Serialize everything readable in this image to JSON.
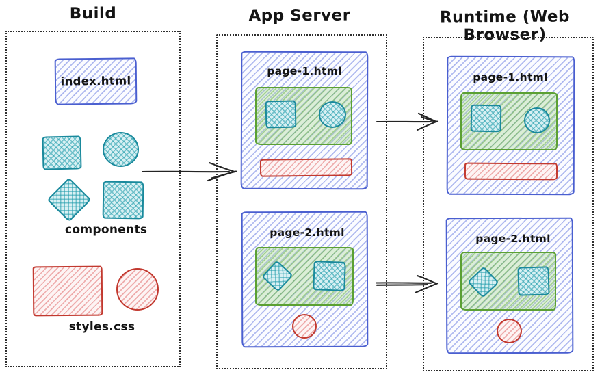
{
  "sections": [
    {
      "id": "build",
      "title": "Build"
    },
    {
      "id": "app-server",
      "title": "App Server"
    },
    {
      "id": "runtime",
      "title": "Runtime (Web Browser)"
    }
  ],
  "build": {
    "index_file_label": "index.html",
    "components_label": "components",
    "components_shapes": [
      "square",
      "circle",
      "diamond",
      "square"
    ],
    "styles_label": "styles.css",
    "styles_shapes": [
      "rectangle",
      "circle"
    ]
  },
  "app_server": {
    "pages": [
      {
        "label": "page-1.html",
        "content_shapes": [
          "square",
          "circle"
        ],
        "style_shape": "red-bar"
      },
      {
        "label": "page-2.html",
        "content_shapes": [
          "diamond",
          "square"
        ],
        "style_shape": "red-circle"
      }
    ]
  },
  "runtime": {
    "pages": [
      {
        "label": "page-1.html",
        "content_shapes": [
          "square",
          "circle"
        ],
        "style_shape": "red-bar"
      },
      {
        "label": "page-2.html",
        "content_shapes": [
          "diamond",
          "square"
        ],
        "style_shape": "red-circle"
      }
    ]
  },
  "arrows": [
    {
      "from": "build",
      "to": "app-server"
    },
    {
      "from": "app-server-page-1",
      "to": "runtime-page-1"
    },
    {
      "from": "app-server-page-2",
      "to": "runtime-page-2"
    }
  ],
  "colors": {
    "blue_stroke": "#4a5fd0",
    "teal_stroke": "#19899c",
    "green_stroke": "#5ba033",
    "red_stroke": "#c2392f",
    "text": "#141414"
  }
}
